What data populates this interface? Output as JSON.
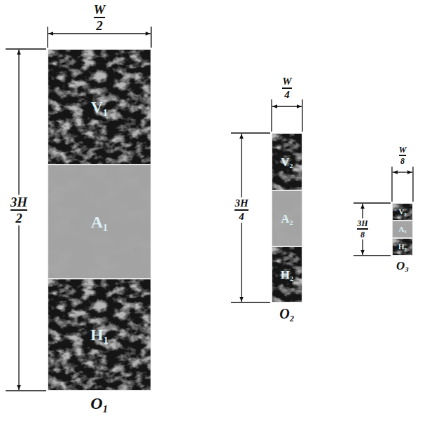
{
  "diagram": {
    "nodes": [
      {
        "text": [
          "O₁"
        ]
      },
      {
        "text": [
          "V₁"
        ],
        "in": 0
      },
      {
        "text": [
          "A₁"
        ],
        "in": 0
      },
      {
        "text": [
          "H₁"
        ],
        "in": 0
      },
      {
        "text": [
          "O₂"
        ]
      },
      {
        "text": [
          "V₂"
        ],
        "in": 4
      },
      {
        "text": [
          "A₂"
        ],
        "in": 4
      },
      {
        "text": [
          "H₂"
        ],
        "in": 4
      },
      {
        "text": [
          "O₃"
        ]
      },
      {
        "text": [
          "V₃"
        ],
        "in": 8
      },
      {
        "text": [
          "A₃"
        ],
        "in": 8
      },
      {
        "text": [
          "H₃"
        ],
        "in": 8
      }
    ],
    "labels": [
      "W",
      "2",
      "3H",
      "2",
      "W",
      "4",
      "3H",
      "4",
      "W",
      "8",
      "3H",
      "8"
    ]
  }
}
